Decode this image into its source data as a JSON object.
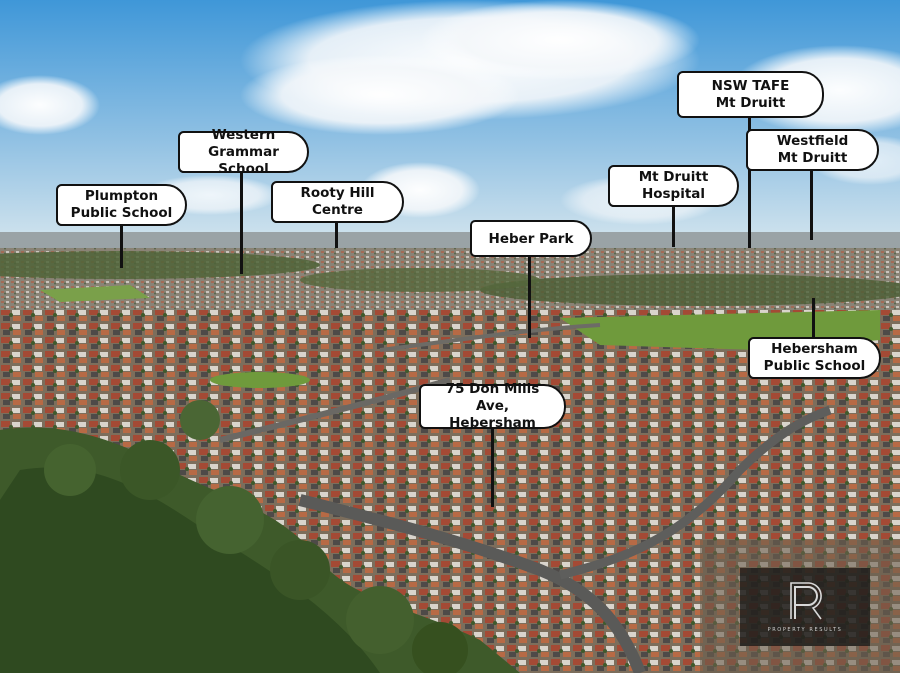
{
  "labels": {
    "plumpton": "Plumpton\nPublic School",
    "western": "Western\nGrammar School",
    "rooty": "Rooty Hill\nCentre",
    "heber": "Heber Park",
    "mt_druitt_hospital": "Mt Druitt\nHospital",
    "nsw_tafe": "NSW TAFE\nMt Druitt",
    "westfield": "Westfield\nMt Druitt",
    "hebersham_school": "Hebersham\nPublic School",
    "subject_property": "75 Don Mills Ave,\nHebersham"
  },
  "logo": {
    "icon": "property-results-logo-icon",
    "text": "PROPERTY RESULTS"
  },
  "colors": {
    "label_bg": "#ffffff",
    "label_border": "#111111",
    "sky_top": "#3f97d8",
    "sky_bottom": "#cfe3ef",
    "foliage": "#3e5a2a"
  }
}
